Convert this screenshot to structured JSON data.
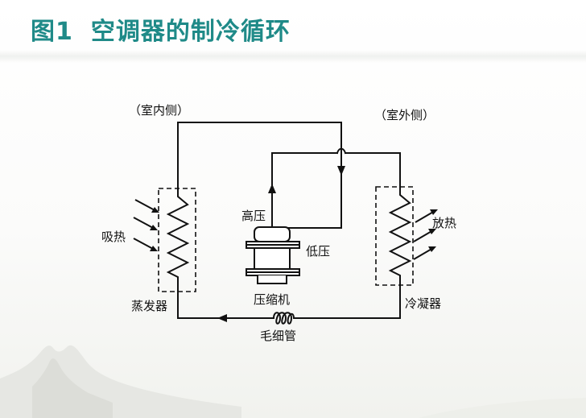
{
  "header": {
    "figure_number": "图1",
    "title": "空调器的制冷循环"
  },
  "diagram": {
    "indoor_side": "（室内侧）",
    "outdoor_side": "（室外侧）",
    "heat_absorb": "吸热",
    "heat_release": "放热",
    "high_pressure": "高压",
    "low_pressure": "低压",
    "evaporator": "蒸发器",
    "condenser": "冷凝器",
    "compressor": "压缩机",
    "capillary_tube": "毛细管"
  },
  "colors": {
    "title": "#1f8a88",
    "line": "#111111"
  }
}
